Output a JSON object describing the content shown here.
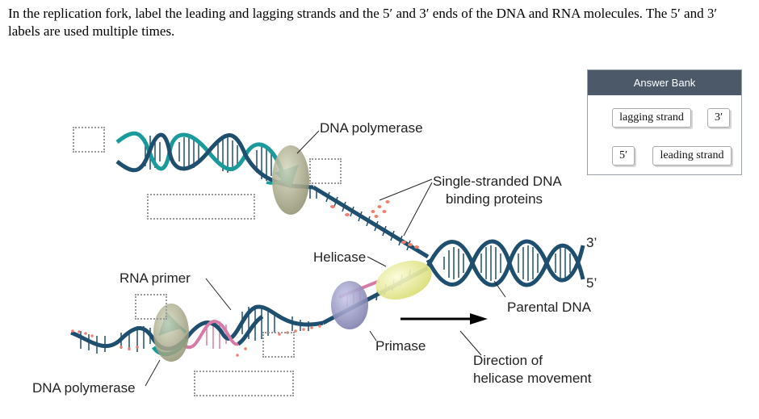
{
  "question": "In the replication fork, label the leading and lagging strands and the 5′ and 3′ ends of the DNA and RNA molecules. The 5′ and 3′ labels are used multiple times.",
  "labels": {
    "dna_polymerase_top": "DNA polymerase",
    "ssb_line1": "Single-stranded DNA",
    "ssb_line2": "binding proteins",
    "helicase": "Helicase",
    "rna_primer": "RNA primer",
    "primase": "Primase",
    "parental_dna": "Parental DNA",
    "direction_line1": "Direction of",
    "direction_line2": "helicase movement",
    "dna_polymerase_bottom": "DNA polymerase",
    "end_3": "3’",
    "end_5": "5’"
  },
  "answer_bank": {
    "title": "Answer Bank",
    "items": [
      "lagging strand",
      "3′",
      "5′",
      "leading strand"
    ]
  },
  "colors": {
    "dark_strand": "#1f4f6e",
    "teal_strand": "#1a9a9a",
    "pink_primer": "#d87aa8",
    "polymerase": "#a7a98a",
    "helicase": "#eef0a0",
    "primase": "#9a9ac8",
    "ssb": "#f08070",
    "bank_header": "#4b5968"
  }
}
